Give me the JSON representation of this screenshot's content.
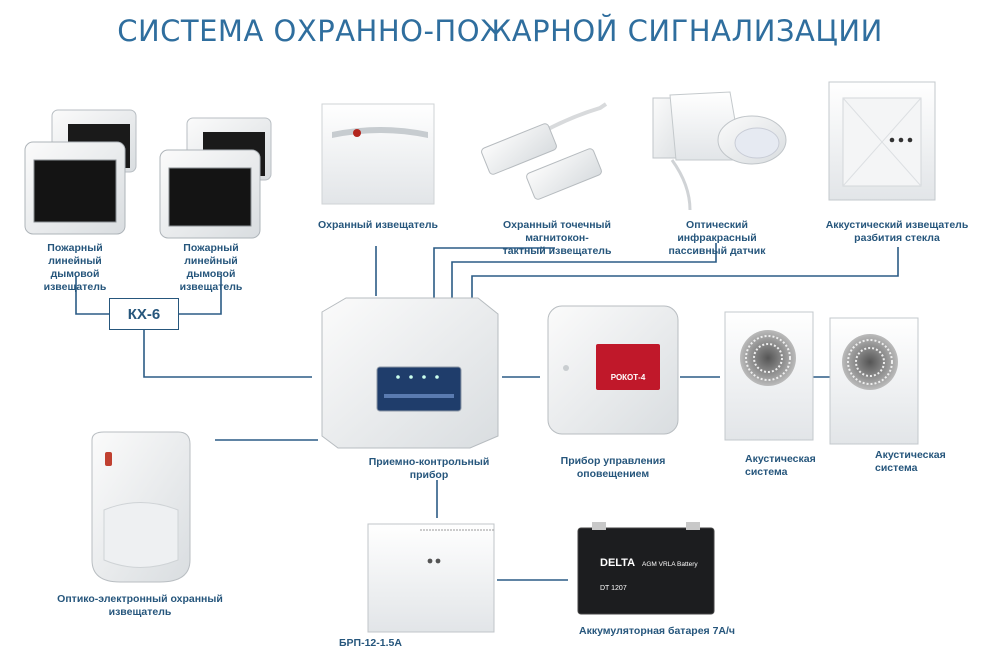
{
  "title": "СИСТЕМА ОХРАННО-ПОЖАРНОЙ СИГНАЛИЗАЦИИ",
  "colors": {
    "title": "#2f6e9e",
    "label": "#26567c",
    "wire": "#2b5b85",
    "panel_display": "#1f3d6b",
    "rokot_panel": "#c0182a"
  },
  "labels": {
    "smoke1": [
      "Пожарный линейный",
      "дымовой извещатель"
    ],
    "smoke2": [
      "Пожарный линейный",
      "дымовой извещатель"
    ],
    "guard": [
      "Охранный извещатель"
    ],
    "magnetic": [
      "Охранный точечный магнитокон-",
      "тактный извещатель"
    ],
    "optical_ir": [
      "Оптический инфракрасный",
      "пассивный датчик"
    ],
    "acoustic_glass": [
      "Аккустический извещатель",
      "разбития стекла"
    ],
    "kx6": "КХ-6",
    "control_panel": [
      "Приемно-контрольный прибор"
    ],
    "notify_panel": [
      "Прибор управления",
      "оповещением"
    ],
    "speaker1": [
      "Акустическая",
      "система"
    ],
    "speaker2": [
      "Акустическая",
      "система"
    ],
    "optoelectronic": [
      "Оптико-электронный охранный",
      "извещатель"
    ],
    "psu": [
      "БРП-12-1.5А"
    ],
    "battery": [
      "Аккумуляторная батарея 7А/ч"
    ]
  },
  "device_text": {
    "rokot": "РОКОТ-4",
    "battery_brand": "DELTA",
    "battery_model": "DT 1207",
    "battery_type": "AGM VRLA Battery"
  },
  "icons": [
    "smoke-detector-icon",
    "guard-detector-icon",
    "magnetic-contact-icon",
    "ir-sensor-icon",
    "glass-break-detector-icon",
    "control-panel-icon",
    "notification-panel-icon",
    "speaker-icon",
    "motion-detector-icon",
    "power-supply-icon",
    "battery-icon"
  ]
}
